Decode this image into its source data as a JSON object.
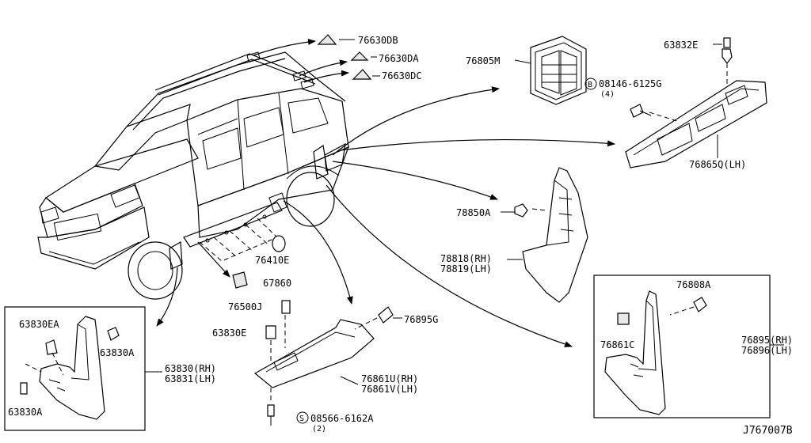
{
  "labels": {
    "p76630db": "76630DB",
    "p76630da": "76630DA",
    "p76630dc": "76630DC",
    "p76805m": "76805M",
    "p63832e": "63832E",
    "p08146_code": "08146-6125G",
    "p08146_mark": "B",
    "p08146_qty": "(4)",
    "p76865q": "76865Q(LH)",
    "p78850a": "78850A",
    "p78818": "78818(RH)",
    "p78819": "78819(LH)",
    "p76410e": "76410E",
    "p67860": "67860",
    "p76500j": "76500J",
    "p76895g": "76895G",
    "p63830e": "63830E",
    "p76861u": "76861U(RH)",
    "p76861v": "76861V(LH)",
    "p08566_code": "08566-6162A",
    "p08566_mark": "S",
    "p08566_qty": "(2)",
    "p63830ea": "63830EA",
    "p63830a_top": "63830A",
    "p63830a_bot": "63830A",
    "p63830": "63830(RH)",
    "p63831": "63831(LH)",
    "p76808a": "76808A",
    "p76861c": "76861C",
    "p76895": "76895(RH)",
    "p76896": "76896(LH)",
    "diagram_id": "J767007B"
  },
  "icons": {
    "arrow": "arrowhead",
    "bolt": "bolt-icon",
    "clip": "clip-icon"
  }
}
